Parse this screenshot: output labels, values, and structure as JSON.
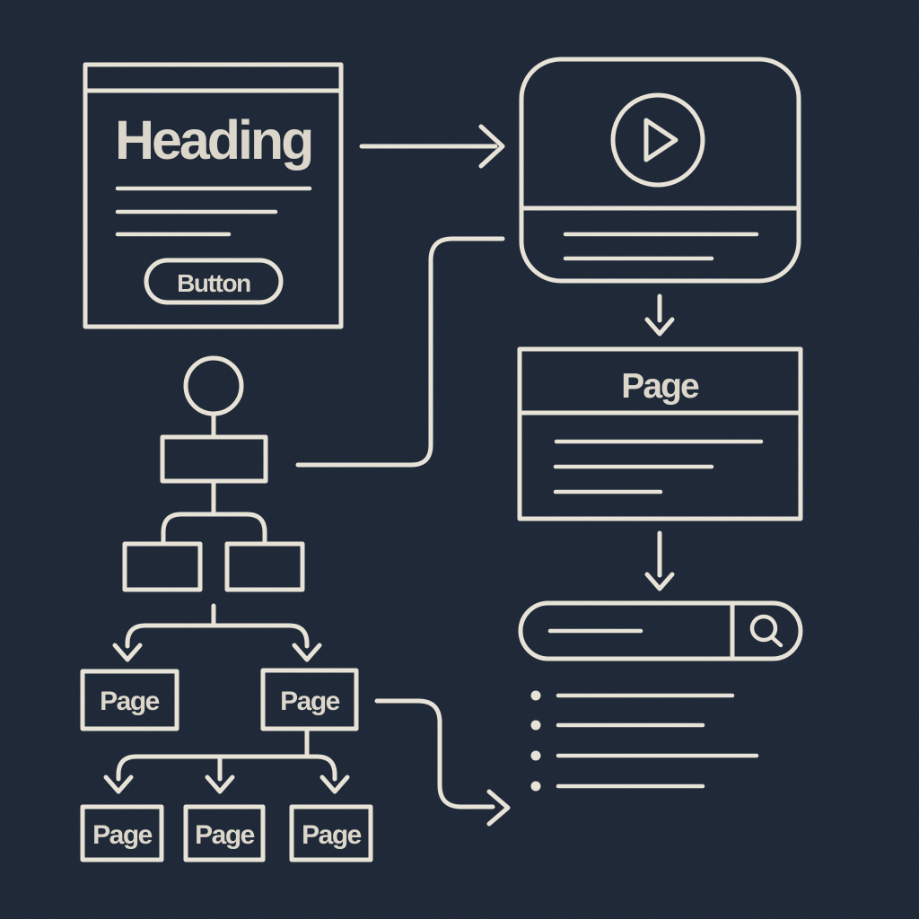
{
  "colors": {
    "background": "#1a2434",
    "stroke": "#e9e4d8",
    "text": "#ddd8cb"
  },
  "heading_card": {
    "title": "Heading",
    "button_label": "Button"
  },
  "page_card": {
    "title": "Page"
  },
  "sitemap": {
    "level2_pages": [
      "Page",
      "Page"
    ],
    "level3_pages": [
      "Page",
      "Page",
      "Page"
    ]
  }
}
